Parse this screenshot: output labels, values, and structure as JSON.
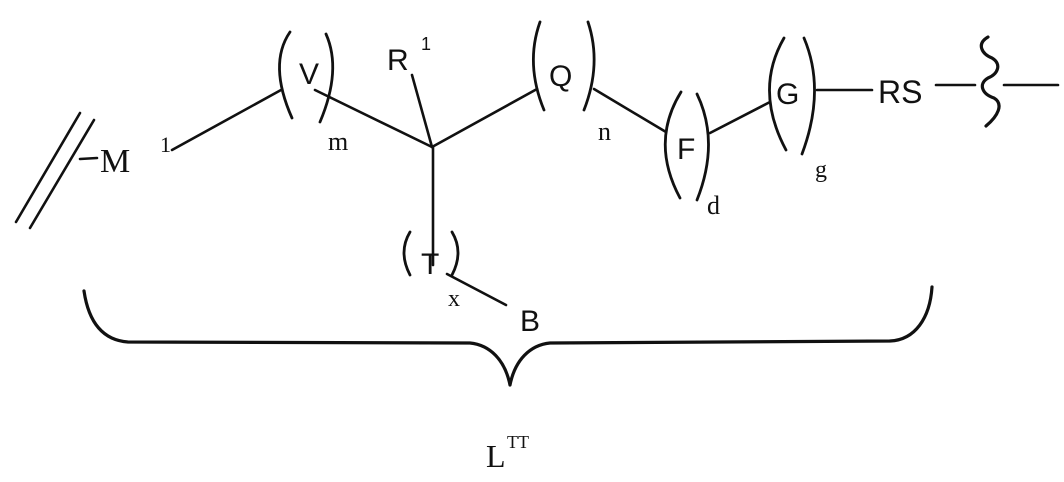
{
  "diagram": {
    "type": "chemical-structure",
    "description": "Linker L^TT structural formula",
    "colors": {
      "ink": "#111111",
      "background": "#ffffff"
    },
    "attachment_left": {
      "symbol": "double-bond-attachment",
      "label": "M",
      "superscript": "1"
    },
    "groups": [
      {
        "id": "V",
        "label": "V",
        "subscript": "m"
      },
      {
        "id": "Q",
        "label": "Q",
        "subscript": "n"
      },
      {
        "id": "F",
        "label": "F",
        "subscript": "d"
      },
      {
        "id": "G",
        "label": "G",
        "subscript": "g"
      },
      {
        "id": "T",
        "label": "T",
        "subscript": "x"
      }
    ],
    "substituents": {
      "R1": {
        "label": "R",
        "superscript": "1"
      },
      "B": {
        "label": "B"
      }
    },
    "terminal": {
      "label": "RS",
      "attachment": "wavy-bond"
    },
    "brace_label": {
      "label": "L",
      "superscript": "TT"
    }
  }
}
